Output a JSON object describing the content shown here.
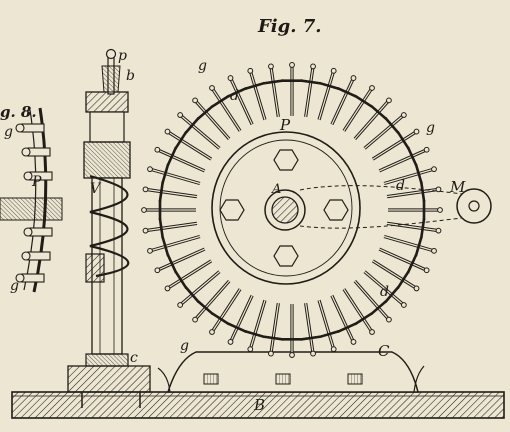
{
  "figure": {
    "title": "Fig. 7.",
    "partial_title": "g. 8."
  },
  "labels": {
    "p": "p",
    "b": "b",
    "V": "V",
    "c": "c",
    "g_top": "g",
    "d_top": "d",
    "P_disc": "P",
    "A": "A",
    "g_right": "g",
    "d_right": "d",
    "M": "M",
    "d_lower": "d",
    "g_lower": "g",
    "C": "C",
    "B": "B",
    "fig8_g_top": "g",
    "fig8_P": "P",
    "fig8_g_bottom": "g"
  },
  "colors": {
    "paper": "#ece6d2",
    "ink": "#201d18"
  }
}
